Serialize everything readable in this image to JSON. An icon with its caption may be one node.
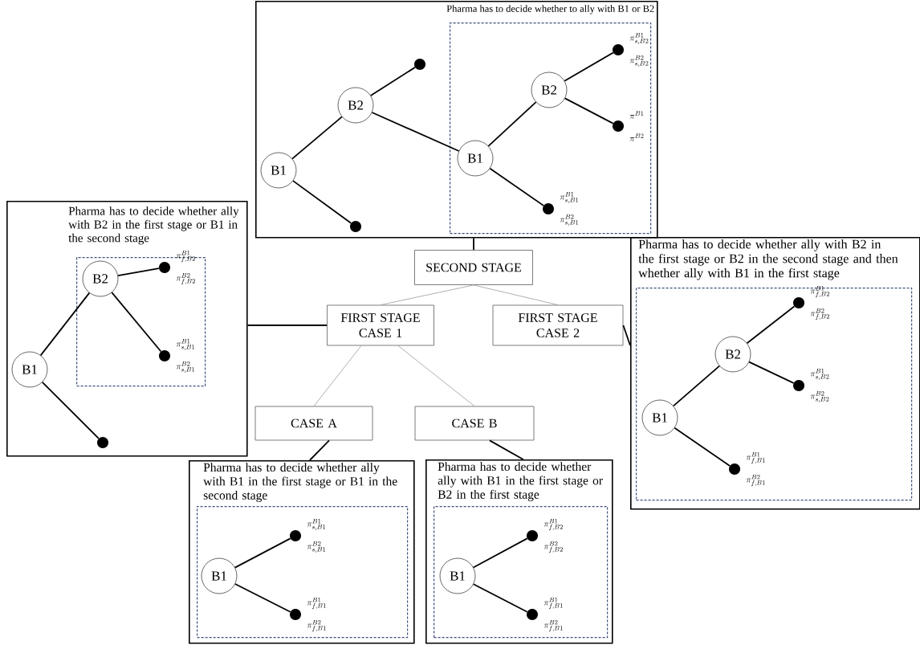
{
  "diagram": {
    "nodes": [
      {
        "text": [
          "Pharma has to decide whether to ally with B1 or B2"
        ]
      },
      {
        "text": [],
        "shape": "box",
        "in": 0
      },
      {
        "text": [],
        "shape": "circle",
        "in": 0
      },
      {
        "text": [
          "B2"
        ],
        "in": 0
      },
      {
        "text": [
          "B1"
        ],
        "in": 0
      },
      {
        "text": [],
        "shape": "circle",
        "in": 0
      },
      {
        "text": [
          "B2"
        ],
        "in": 1
      },
      {
        "text": [],
        "shape": "circle",
        "in": 1,
        "beside": [
          "\\pi^{B1}_{s,B2}",
          "\\pi^{B2}_{s,B2}"
        ]
      },
      {
        "text": [],
        "shape": "circle",
        "in": 1,
        "beside": [
          "\\pi^{B1}",
          "\\pi^{B2}"
        ]
      },
      {
        "text": [
          "B1"
        ],
        "in": 1
      },
      {
        "text": [],
        "shape": "circle",
        "in": 1,
        "beside": [
          "\\pi^{B1}_{s,B1}",
          "\\pi^{B2}_{s,B1}"
        ]
      },
      {
        "text": [
          "SECOND STAGE"
        ]
      },
      {
        "text": [
          "FIRST STAGE CASE 1"
        ]
      },
      {
        "text": [
          "FIRST STAGE CASE 2"
        ]
      },
      {
        "text": [
          "CASE A"
        ]
      },
      {
        "text": [
          "CASE B"
        ]
      },
      {
        "text": [
          "Pharma has to decide whether ally with B2 in the first stage or B1 in the second stage"
        ]
      },
      {
        "text": [],
        "shape": "box",
        "in": 16
      },
      {
        "text": [],
        "shape": "circle",
        "in": 17,
        "beside": [
          "\\pi^{B1}_{f,B2}",
          "\\pi^{B2}_{f,B2}"
        ]
      },
      {
        "text": [
          "B2"
        ],
        "in": 17
      },
      {
        "text": [],
        "shape": "circle",
        "in": 17,
        "beside": [
          "\\pi^{B1}_{s,B1}",
          "\\pi^{B2}_{s,B1}"
        ]
      },
      {
        "text": [
          "B1"
        ],
        "in": 16
      },
      {
        "text": [],
        "shape": "circle",
        "in": 16
      },
      {
        "text": [
          "Pharma has to decide whether ally with B2 in the first stage or B2 in the second stage and then whether ally with B1 in the first stage"
        ]
      },
      {
        "text": [],
        "shape": "box",
        "in": 23
      },
      {
        "text": [],
        "shape": "circle",
        "in": 24,
        "beside": [
          "\\pi^{B1}_{f,B2}",
          "\\pi^{B2}_{f,B2}"
        ]
      },
      {
        "text": [
          "B2"
        ],
        "in": 24
      },
      {
        "text": [],
        "shape": "circle",
        "in": 24,
        "beside": [
          "\\pi^{B1}_{s,B2}",
          "\\pi^{B2}_{s,B2}"
        ]
      },
      {
        "text": [
          "B1"
        ],
        "in": 24
      },
      {
        "text": [],
        "shape": "circle",
        "in": 24,
        "beside": [
          "\\pi^{B1}_{f,B1}",
          "\\pi^{B2}_{f,B1}"
        ]
      },
      {
        "text": [
          "Pharma has to decide whether ally with B1 in the first stage or B1 in the second stage"
        ]
      },
      {
        "text": [],
        "shape": "box",
        "in": 30
      },
      {
        "text": [],
        "shape": "circle",
        "in": 31,
        "beside": [
          "\\pi^{B1}_{s,B1}",
          "\\pi^{B2}_{s,B1}"
        ]
      },
      {
        "text": [
          "B1"
        ],
        "in": 31
      },
      {
        "text": [],
        "shape": "circle",
        "in": 31,
        "beside": [
          "\\pi^{B1}_{f,B1}",
          "\\pi^{B2}_{f,B1}"
        ]
      },
      {
        "text": [
          "Pharma has to decide whether ally with B1 in the first stage or B2 in the first stage"
        ]
      },
      {
        "text": [],
        "shape": "box",
        "in": 35
      },
      {
        "text": [],
        "shape": "circle",
        "in": 36,
        "beside": [
          "\\pi^{B1}_{f,B2}",
          "\\pi^{B2}_{f,B2}"
        ]
      },
      {
        "text": [
          "B1"
        ],
        "in": 36
      },
      {
        "text": [],
        "shape": "circle",
        "in": 36,
        "beside": [
          "\\pi^{B1}_{f,B1}",
          "\\pi^{B2}_{f,B1}"
        ]
      }
    ],
    "edges": [
      {
        "from": 4,
        "to": 3,
        "arrow": "none"
      },
      {
        "from": 4,
        "to": 5,
        "arrow": "none"
      },
      {
        "from": 3,
        "to": 2,
        "arrow": "none"
      },
      {
        "from": 3,
        "to": 9,
        "arrow": "none"
      },
      {
        "from": 9,
        "to": 6,
        "arrow": "none"
      },
      {
        "from": 9,
        "to": 10,
        "arrow": "none"
      },
      {
        "from": 6,
        "to": 7,
        "arrow": "none"
      },
      {
        "from": 6,
        "to": 8,
        "arrow": "none"
      },
      {
        "from": 11,
        "to": 0,
        "arrow": "none"
      },
      {
        "from": 11,
        "to": 12,
        "arrow": "none",
        "color": "#9a9a9a"
      },
      {
        "from": 11,
        "to": 13,
        "arrow": "none",
        "color": "#9a9a9a"
      },
      {
        "from": 12,
        "to": 14,
        "arrow": "none",
        "color": "#9a9a9a"
      },
      {
        "from": 12,
        "to": 15,
        "arrow": "none",
        "color": "#9a9a9a"
      },
      {
        "from": 12,
        "to": 16,
        "arrow": "none"
      },
      {
        "from": 13,
        "to": 23,
        "arrow": "none"
      },
      {
        "from": 14,
        "to": 30,
        "arrow": "none"
      },
      {
        "from": 15,
        "to": 35,
        "arrow": "none"
      },
      {
        "from": 21,
        "to": 19,
        "arrow": "none"
      },
      {
        "from": 21,
        "to": 22,
        "arrow": "none"
      },
      {
        "from": 19,
        "to": 18,
        "arrow": "none"
      },
      {
        "from": 19,
        "to": 20,
        "arrow": "none"
      },
      {
        "from": 28,
        "to": 26,
        "arrow": "none"
      },
      {
        "from": 28,
        "to": 29,
        "arrow": "none"
      },
      {
        "from": 26,
        "to": 25,
        "arrow": "none"
      },
      {
        "from": 26,
        "to": 27,
        "arrow": "none"
      },
      {
        "from": 33,
        "to": 32,
        "arrow": "none"
      },
      {
        "from": 33,
        "to": 34,
        "arrow": "none"
      },
      {
        "from": 38,
        "to": 37,
        "arrow": "none"
      },
      {
        "from": 38,
        "to": 39,
        "arrow": "none"
      }
    ]
  }
}
